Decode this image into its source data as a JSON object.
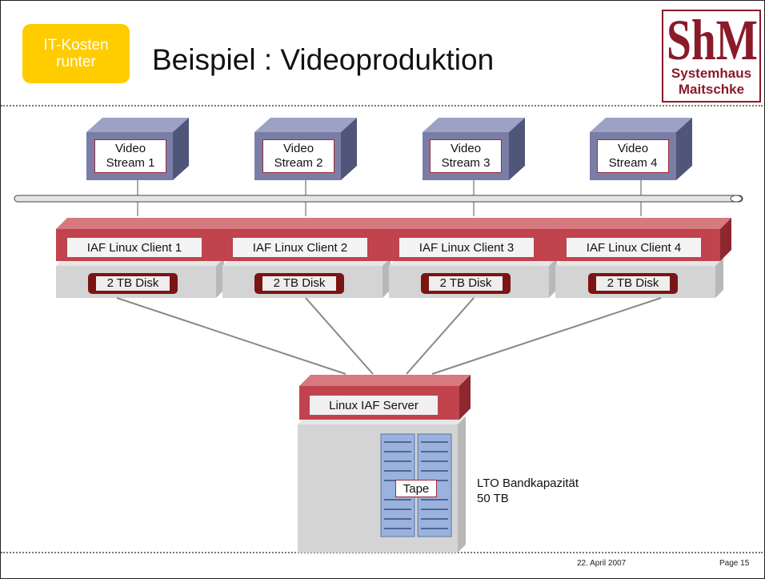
{
  "badge": {
    "line1": "IT-Kosten",
    "line2": "runter"
  },
  "title": "Beispiel : Videoproduktion",
  "logo": {
    "mark": "ShM",
    "line1": "Systemhaus",
    "line2": "Maitschke"
  },
  "streams": [
    {
      "line1": "Video",
      "line2": "Stream 1"
    },
    {
      "line1": "Video",
      "line2": "Stream 2"
    },
    {
      "line1": "Video",
      "line2": "Stream 3"
    },
    {
      "line1": "Video",
      "line2": "Stream 4"
    }
  ],
  "clients": [
    {
      "label": "IAF Linux Client 1",
      "disk": "2 TB Disk"
    },
    {
      "label": "IAF Linux Client 2",
      "disk": "2 TB Disk"
    },
    {
      "label": "IAF Linux Client 3",
      "disk": "2 TB Disk"
    },
    {
      "label": "IAF Linux Client 4",
      "disk": "2 TB Disk"
    }
  ],
  "server": {
    "label": "Linux IAF Server",
    "tape": "Tape"
  },
  "capacity": {
    "line1": "LTO Bandkapazität",
    "line2": "50 TB"
  },
  "footer": {
    "date": "22. April 2007",
    "page": "Page 15"
  },
  "colors": {
    "badge": "#ffcc00",
    "client_red": "#c0434d",
    "disk_dark": "#7b1414",
    "cube_front": "#7a7ea6",
    "base_grey": "#d4d4d4",
    "logo_brand": "#8a1a2a",
    "tape_blue": "#7f9ed0"
  }
}
